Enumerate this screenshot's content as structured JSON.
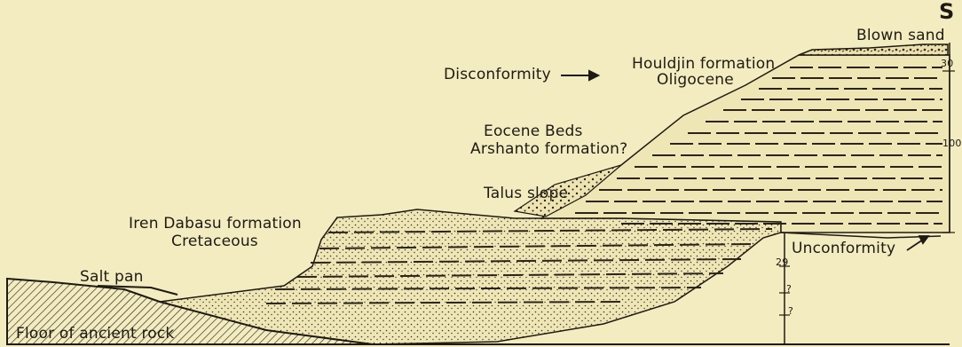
{
  "colors": {
    "background": "#f3ecc0",
    "ink": "#1e1a14"
  },
  "diagram": {
    "compass": "S",
    "labels": {
      "blown_sand": "Blown sand",
      "houldjin": "Houldjin formation",
      "oligocene": "Oligocene",
      "disconformity": "Disconformity",
      "eocene_beds": "Eocene Beds",
      "arshanto": "Arshanto formation?",
      "talus_slope": "Talus slope",
      "iren_dabasu": "Iren Dabasu formation",
      "cretaceous": "Cretaceous",
      "unconformity": "Unconformity",
      "salt_pan": "Salt pan",
      "floor": "Floor of ancient rock"
    },
    "thickness_marks": {
      "top": "30",
      "middle": "100",
      "lower": "29",
      "bottom_a": "?",
      "bottom_b": "?"
    }
  }
}
